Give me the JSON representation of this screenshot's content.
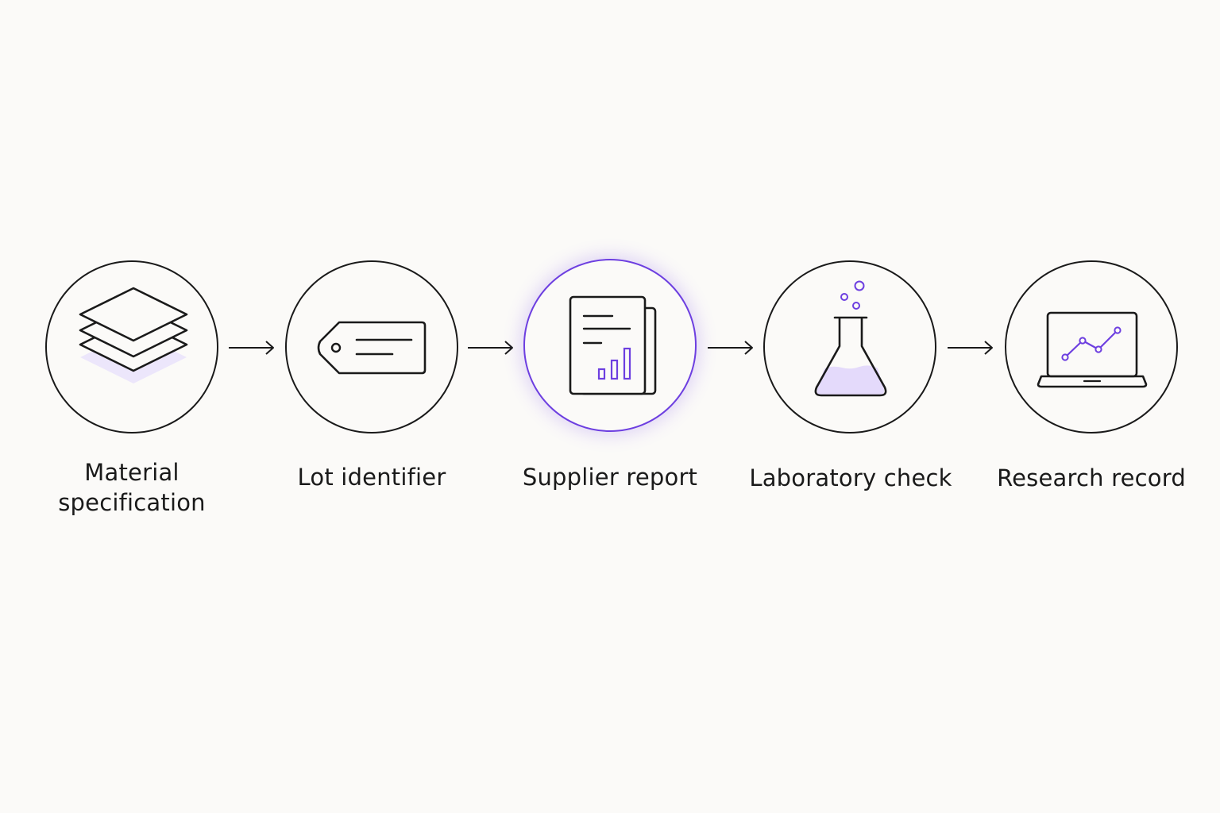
{
  "accent_color": "#6d3fe0",
  "steps": [
    {
      "label": "Material\nspecification",
      "icon": "layers-icon",
      "highlighted": false
    },
    {
      "label": "Lot identifier",
      "icon": "tag-icon",
      "highlighted": false
    },
    {
      "label": "Supplier report",
      "icon": "report-icon",
      "highlighted": true
    },
    {
      "label": "Laboratory check",
      "icon": "flask-icon",
      "highlighted": false
    },
    {
      "label": "Research record",
      "icon": "laptop-chart-icon",
      "highlighted": false
    }
  ]
}
